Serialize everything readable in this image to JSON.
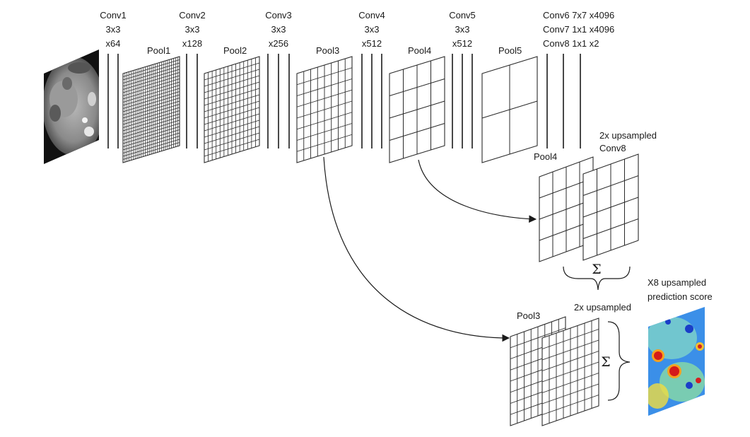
{
  "diagram": {
    "conv_labels": [
      {
        "name": "Conv1",
        "kernel": "3x3",
        "channels": "x64"
      },
      {
        "name": "Conv2",
        "kernel": "3x3",
        "channels": "x128"
      },
      {
        "name": "Conv3",
        "kernel": "3x3",
        "channels": "x256"
      },
      {
        "name": "Conv4",
        "kernel": "3x3",
        "channels": "x512"
      },
      {
        "name": "Conv5",
        "kernel": "3x3",
        "channels": "x512"
      }
    ],
    "fc_labels": [
      "Conv6 7x7 x4096",
      "Conv7 1x1 x4096",
      "Conv8 1x1 x2"
    ],
    "pool_labels": [
      "Pool1",
      "Pool2",
      "Pool3",
      "Pool4",
      "Pool5"
    ],
    "fusion1": {
      "pool_label": "Pool4",
      "upsampled_label_line1": "2x upsampled",
      "upsampled_label_line2": "Conv8",
      "sum_symbol": "Σ"
    },
    "fusion2": {
      "pool_label": "Pool3",
      "upsampled_label": "2x upsampled",
      "sum_symbol": "Σ"
    },
    "output": {
      "label_line1": "X8 upsampled",
      "label_line2": "prediction score"
    },
    "input_image_icon": "ct-scan-slice-icon",
    "output_image_icon": "prediction-heatmap-icon",
    "colors": {
      "line": "#1a1a1a",
      "heatmap_low": "#1f4fd8",
      "heatmap_mid": "#f3e23a",
      "heatmap_high": "#d42020"
    }
  }
}
